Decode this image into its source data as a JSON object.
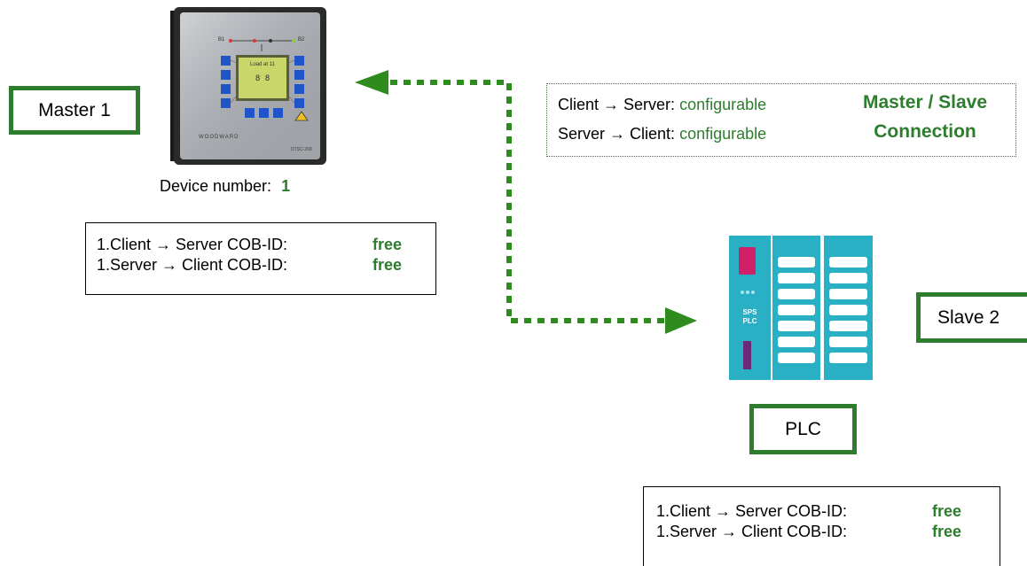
{
  "master": {
    "box_label": "Master 1",
    "device_number_label": "Device number:",
    "device_number_value": "1",
    "cob": [
      {
        "label": "1.Client → Server COB-ID:",
        "value": "free"
      },
      {
        "label": "1.Server → Client COB-ID:",
        "value": "free"
      }
    ]
  },
  "connection": {
    "rows": [
      {
        "label": "Client → Server:",
        "value": "configurable"
      },
      {
        "label": "Server → Client:",
        "value": "configurable"
      }
    ],
    "title_line1": "Master / Slave",
    "title_line2": "Connection"
  },
  "slave": {
    "box_label": "Slave 2",
    "plc_label": "PLC",
    "plc_device_text_1": "SPS",
    "plc_device_text_2": "PLC",
    "cob": [
      {
        "label": "1.Client → Server COB-ID:",
        "value": "free"
      },
      {
        "label": "1.Server → Client COB-ID:",
        "value": "free"
      }
    ]
  },
  "controller_device": {
    "brand": "WOODWARD",
    "model": "DTSC-200",
    "screen_line1": "Load at 11",
    "screen_line2": "8 8",
    "bus_left": "B1",
    "bus_right": "B2"
  },
  "colors": {
    "accent_green": "#2e7d2e",
    "arrow_green": "#2e8b1e",
    "plc_cyan": "#2ab0c4",
    "controller_key_blue": "#1f55c8",
    "controller_lcd": "#c8d66a"
  }
}
